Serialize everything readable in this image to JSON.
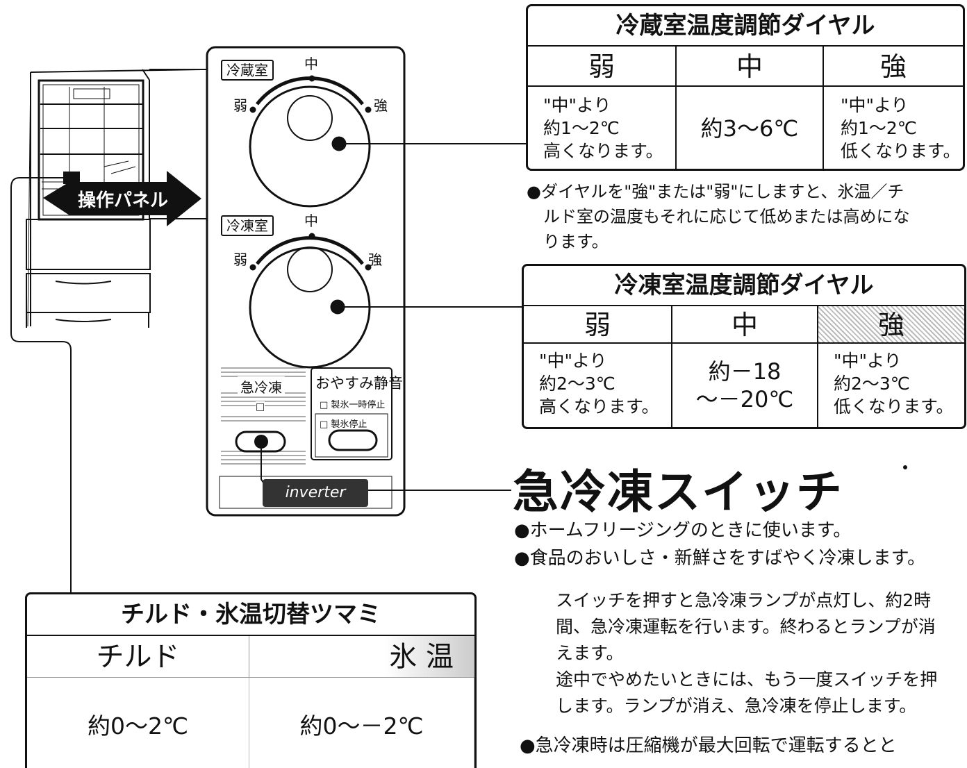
{
  "panel": {
    "fridge_label": "冷蔵室",
    "freezer_label": "冷凍室",
    "mid": "中",
    "weak": "弱",
    "strong": "強",
    "quick_freeze_label": "急冷凍",
    "quick_freeze_lamp": "□",
    "sleep_label": "おやすみ静音",
    "ice_pause": "□ 製氷一時停止",
    "ice_stop": "□ 製氷停止",
    "inverter": "inverter",
    "arrow_label": "操作パネル"
  },
  "fridge_table": {
    "title": "冷蔵室温度調節ダイヤル",
    "headers": [
      "弱",
      "中",
      "強"
    ],
    "weak_lines": [
      "\"中\"より",
      "約1～2℃",
      "高くなります。"
    ],
    "mid": "約3～6℃",
    "strong_lines": [
      "\"中\"より",
      "約1～2℃",
      "低くなります。"
    ]
  },
  "fridge_note": {
    "lines": [
      "●ダイヤルを\"強\"または\"弱\"にしますと、氷温／チ",
      "ルド室の温度もそれに応じて低めまたは高めにな",
      "ります。"
    ]
  },
  "freezer_table": {
    "title": "冷凍室温度調節ダイヤル",
    "headers": [
      "弱",
      "中",
      "強"
    ],
    "weak_lines": [
      "\"中\"より",
      "約2～3℃",
      "高くなります。"
    ],
    "mid_lines": [
      "約－18",
      "～－20℃"
    ],
    "strong_lines": [
      "\"中\"より",
      "約2～3℃",
      "低くなります。"
    ]
  },
  "quick_freeze": {
    "title": "急冷凍スイッチ",
    "bullets": [
      "●ホームフリージングのときに使います。",
      "●食品のおいしさ・新鮮さをすばやく冷凍します。"
    ],
    "body": [
      "スイッチを押すと急冷凍ランプが点灯し、約2時",
      "間、急冷凍運転を行います。終わるとランプが消",
      "えます。",
      "途中でやめたいときには、もう一度スイッチを押",
      "します。ランプが消え、急冷凍を停止します。"
    ],
    "footer": "●急冷凍時は圧縮機が最大回転で運転するとと"
  },
  "chilled_table": {
    "title": "チルド・氷温切替ツマミ",
    "headers": [
      "チルド",
      "氷 温"
    ],
    "values": [
      "約0～2℃",
      "約0～－2℃"
    ]
  }
}
